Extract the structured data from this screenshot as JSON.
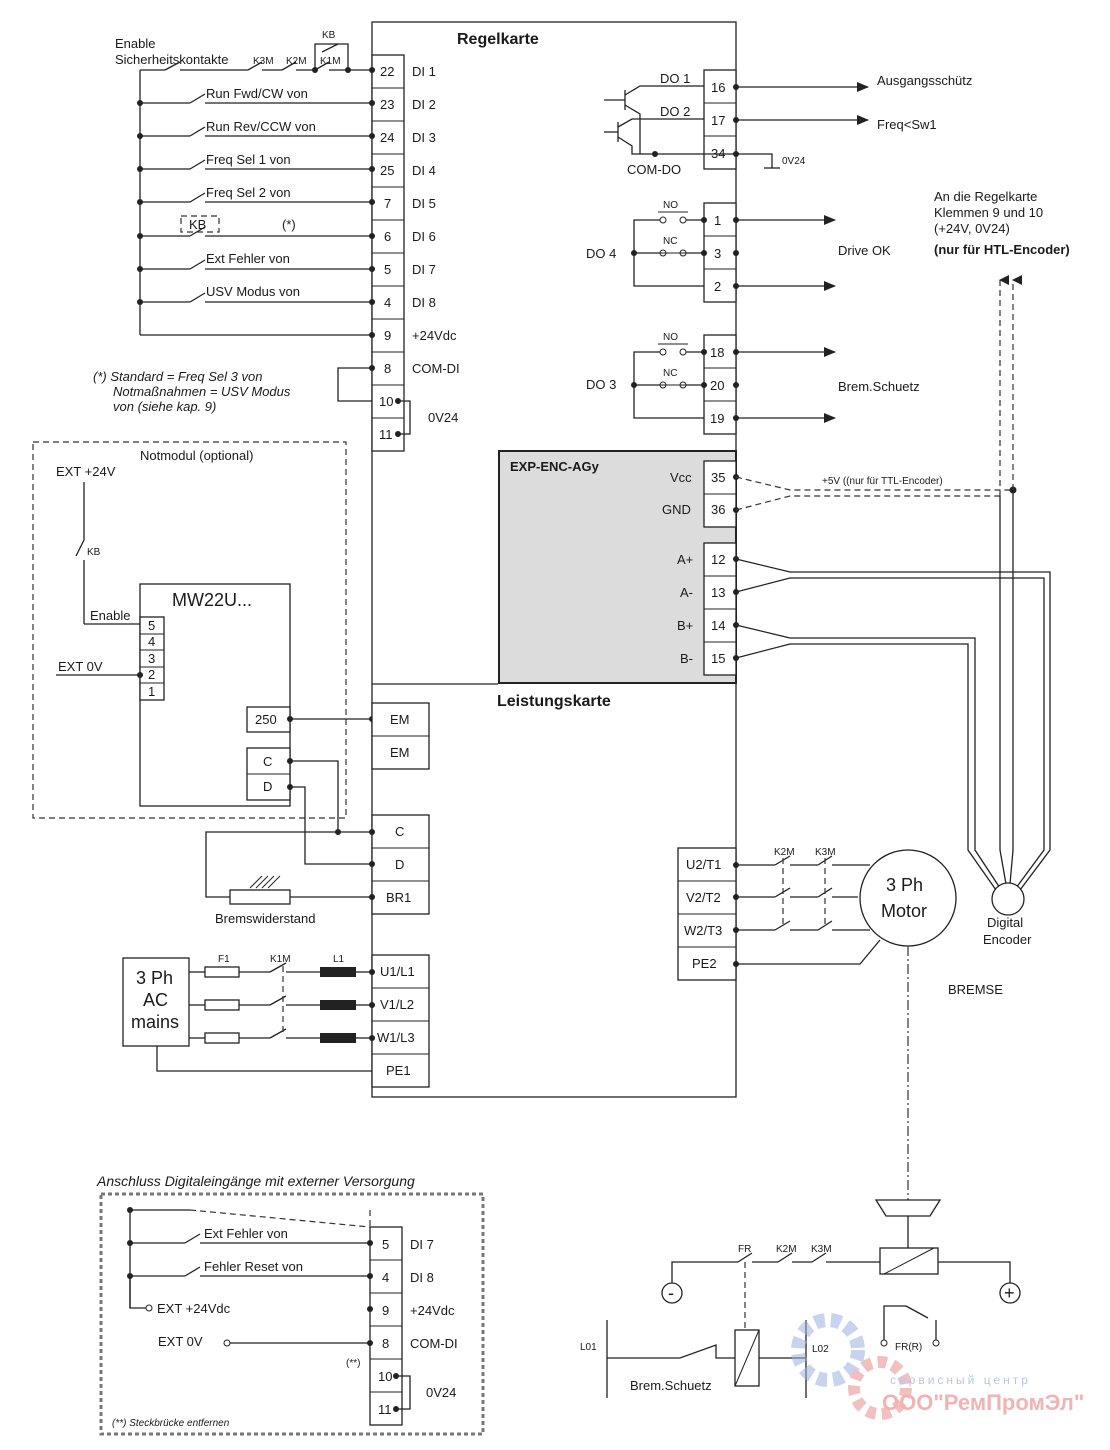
{
  "titles": {
    "regelkarte": "Regelkarte",
    "leistungskarte": "Leistungskarte",
    "exp_enc": "EXP-ENC-AGy"
  },
  "left_inputs": {
    "enable": "Enable",
    "sicherheit": "Sicherheitskontakte",
    "k3m": "K3M",
    "k2m": "K2M",
    "k1m": "K1M",
    "kb": "KB",
    "run_fwd": "Run Fwd/CW  von",
    "run_rev": "Run Rev/CCW von",
    "freq1": "Freq Sel 1 von",
    "freq2": "Freq Sel 2 von",
    "kb_box": "KB",
    "star": "(*)",
    "ext_fehler": "Ext Fehler von",
    "usv": "USV Modus von"
  },
  "terminals_di": [
    {
      "num": "22",
      "label": "DI 1"
    },
    {
      "num": "23",
      "label": "DI 2"
    },
    {
      "num": "24",
      "label": "DI 3"
    },
    {
      "num": "25",
      "label": "DI 4"
    },
    {
      "num": "7",
      "label": "DI 5"
    },
    {
      "num": "6",
      "label": "DI 6"
    },
    {
      "num": "5",
      "label": "DI 7"
    },
    {
      "num": "4",
      "label": "DI 8"
    },
    {
      "num": "9",
      "label": "+24Vdc"
    },
    {
      "num": "8",
      "label": "COM-DI"
    },
    {
      "num": "10",
      "label": "0V24"
    },
    {
      "num": "11",
      "label": ""
    }
  ],
  "note": {
    "line1": "(*) Standard = Freq Sel 3 von",
    "line2": "Notmaßnahmen = USV Modus",
    "line3": "von (siehe kap. 9)"
  },
  "notmodul": {
    "title": "Notmodul (optional)",
    "ext24": "EXT +24V",
    "kb": "KB",
    "module": "MW22U...",
    "enable": "Enable",
    "ext0v": "EXT 0V",
    "pins": [
      "5",
      "4",
      "3",
      "2",
      "1"
    ],
    "t250": "250",
    "tc": "C",
    "td": "D"
  },
  "power_terms": {
    "em1": "EM",
    "em2": "EM",
    "c": "C",
    "d": "D",
    "br1": "BR1",
    "u1": "U1/L1",
    "v1": "V1/L2",
    "w1": "W1/L3",
    "pe1": "PE1"
  },
  "brake_res": "Bremswiderstand",
  "mains": {
    "l1": "3 Ph",
    "l2": "AC",
    "l3": "mains",
    "f1": "F1",
    "k1m": "K1M",
    "lchoke": "L1"
  },
  "do_terms": {
    "do1": "DO 1",
    "do2": "DO 2",
    "comdo": "COM-DO",
    "t16": "16",
    "t17": "17",
    "t34": "34",
    "out16": "Ausgangsschütz",
    "out17": "Freq<Sw1",
    "ov24": "0V24",
    "do4": "DO 4",
    "no": "NO",
    "nc": "NC",
    "t1": "1",
    "t3": "3",
    "t2": "2",
    "drive_ok": "Drive OK",
    "do3": "DO 3",
    "t18": "18",
    "t20": "20",
    "t19": "19",
    "brem": "Brem.Schuetz"
  },
  "htl": {
    "l1": "An die Regelkarte",
    "l2": "Klemmen 9 und 10",
    "l3": "(+24V, 0V24)",
    "l4": "(nur für HTL-Encoder)"
  },
  "encoder": {
    "vcc": "Vcc",
    "gnd": "GND",
    "ap": "A+",
    "am": "A-",
    "bp": "B+",
    "bm": "B-",
    "t35": "35",
    "t36": "36",
    "t12": "12",
    "t13": "13",
    "t14": "14",
    "t15": "15",
    "ttl": "+5V ((nur für TTL-Encoder)",
    "digital": "Digital",
    "enc": "Encoder"
  },
  "motor": {
    "u2": "U2/T1",
    "v2": "V2/T2",
    "w2": "W2/T3",
    "pe2": "PE2",
    "k2m": "K2M",
    "k3m": "K3M",
    "l1": "3 Ph",
    "l2": "Motor",
    "bremse": "BREMSE"
  },
  "ext_supply": {
    "title": "Anschluss Digitaleingänge mit externer Versorgung",
    "ext_fehler": "Ext Fehler von",
    "fehler_reset": "Fehler Reset von",
    "ext24": "EXT +24Vdc",
    "ext0v": "EXT 0V",
    "dstar": "(**)",
    "footnote": "(**) Steckbrücke entfernen",
    "terms": [
      {
        "num": "5",
        "label": "DI 7"
      },
      {
        "num": "4",
        "label": "DI 8"
      },
      {
        "num": "9",
        "label": "+24Vdc"
      },
      {
        "num": "8",
        "label": "COM-DI"
      },
      {
        "num": "10",
        "label": "0V24"
      },
      {
        "num": "11",
        "label": ""
      }
    ]
  },
  "brake_circuit": {
    "fr": "FR",
    "k2m": "K2M",
    "k3m": "K3M",
    "minus": "-",
    "plus": "+",
    "l01": "L01",
    "l02": "L02",
    "fr_r": "FR(R)",
    "brem": "Brem.Schuetz"
  },
  "watermark": {
    "line1": "сервисный центр",
    "line2": "ООО\"РемПромЭл\""
  },
  "colors": {
    "line": "#222222",
    "enc_fill": "#dcdcdc",
    "watermark_blue": "#9fb0e0",
    "watermark_red": "#e58e8e"
  }
}
